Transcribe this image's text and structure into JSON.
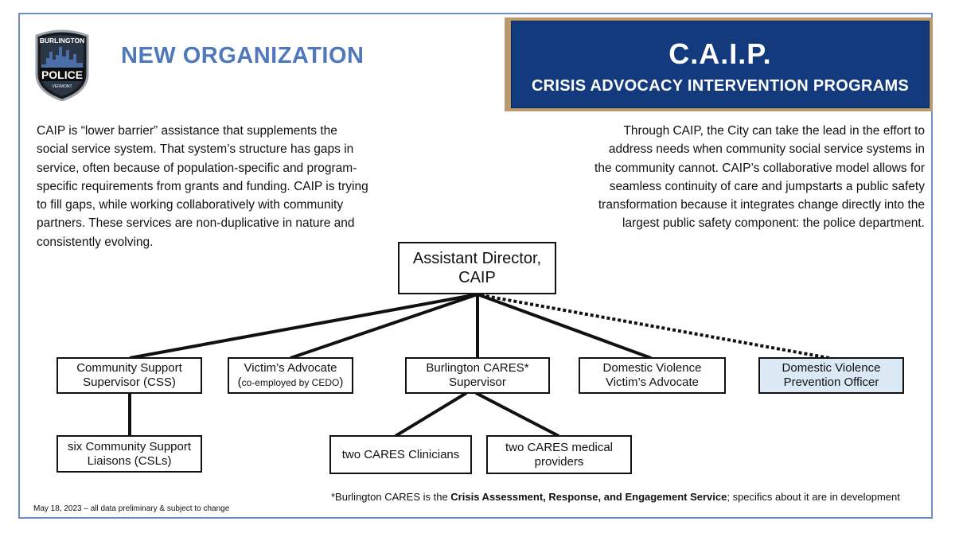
{
  "header": {
    "title": "NEW ORGANIZATION",
    "logo_text_top": "BURLINGTON",
    "logo_text_main": "POLICE",
    "logo_text_bottom": "VERMONT"
  },
  "banner": {
    "title": "C.A.I.P.",
    "subtitle": "CRISIS ADVOCACY INTERVENTION PROGRAMS"
  },
  "paragraphs": {
    "left": "CAIP is “lower barrier” assistance that supplements the social service system. That system’s structure has gaps in service, often because of population-specific and program-specific requirements from grants and funding. CAIP is trying to fill gaps, while working collaboratively with community partners. These services are non-duplicative in nature and consistently evolving.",
    "right": "Through CAIP, the City can take the lead in the effort to address needs when community social service systems in the community cannot. CAIP’s collaborative model allows for seamless continuity of care and jumpstarts a public safety transformation because it integrates change directly into the largest public safety component: the police department."
  },
  "org_chart": {
    "root": {
      "line1": "Assistant Director,",
      "line2": "CAIP"
    },
    "css_supervisor": {
      "line1": "Community Support",
      "line2": "Supervisor (CSS)"
    },
    "victims_advocate": {
      "line1": "Victim’s Advocate",
      "line2_pre": "(",
      "line2_small": "co-employed by CEDO",
      "line2_post": ")"
    },
    "cares_supervisor": {
      "line1": "Burlington CARES*",
      "line2": "Supervisor"
    },
    "dv_advocate": {
      "line1": "Domestic Violence",
      "line2": "Victim’s Advocate"
    },
    "dv_prevention": {
      "line1": "Domestic Violence",
      "line2": "Prevention Officer"
    },
    "csl": {
      "line1": "six Community Support",
      "line2": "Liaisons (CSLs)"
    },
    "clinicians": {
      "line1": "two CARES Clinicians"
    },
    "medical": {
      "line1": "two CARES medical",
      "line2": "providers"
    }
  },
  "footnote": {
    "pre": "*Burlington CARES is the ",
    "bold": "Crisis Assessment, Response, and Engagement Service",
    "post": "; specifics about it are in development"
  },
  "date_note": "May 18, 2023 – all data preliminary & subject to change",
  "colors": {
    "title_blue": "#4f78bd",
    "banner_navy": "#143a7e",
    "frame_blue": "#6f8fc4",
    "highlight_box": "#dbe8f6"
  }
}
